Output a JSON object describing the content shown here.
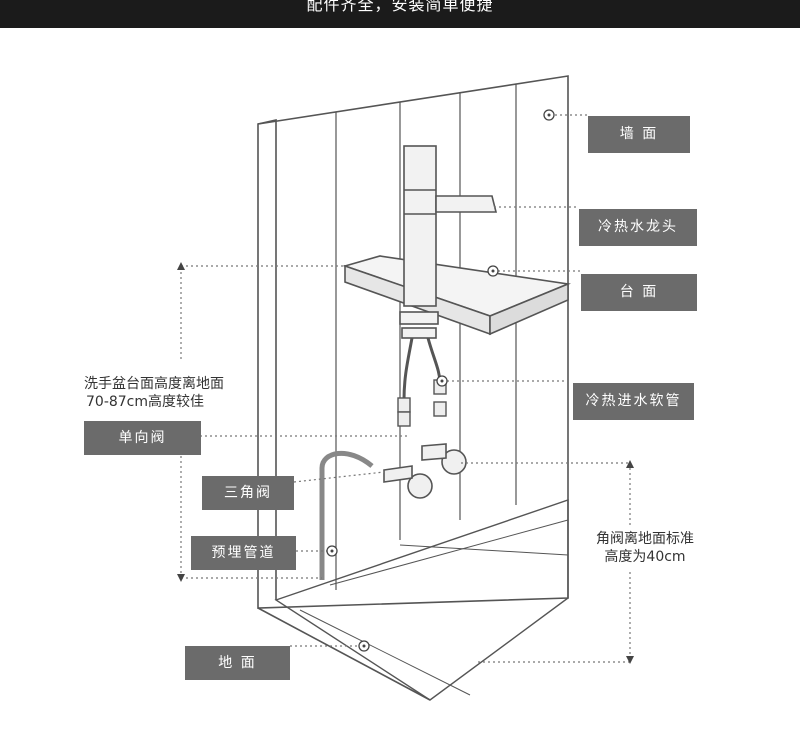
{
  "header": {
    "text": "配件齐全，安装简单便捷"
  },
  "labels": {
    "wall": "墙 面",
    "faucet": "冷热水龙头",
    "countertop": "台 面",
    "hose": "冷热进水软管",
    "one_way_valve": "单向阀",
    "angle_valve": "三角阀",
    "embedded_pipe": "预埋管道",
    "floor": "地 面"
  },
  "notes": {
    "basin_height_line1": "洗手盆台面高度离地面",
    "basin_height_line2": "70-87cm高度较佳",
    "valve_height_line1": "角阀离地面标准",
    "valve_height_line2": "高度为40cm"
  },
  "colors": {
    "tag_bg": "#6b6b6b",
    "header_bg": "#1b1b1b",
    "line": "#555555"
  }
}
